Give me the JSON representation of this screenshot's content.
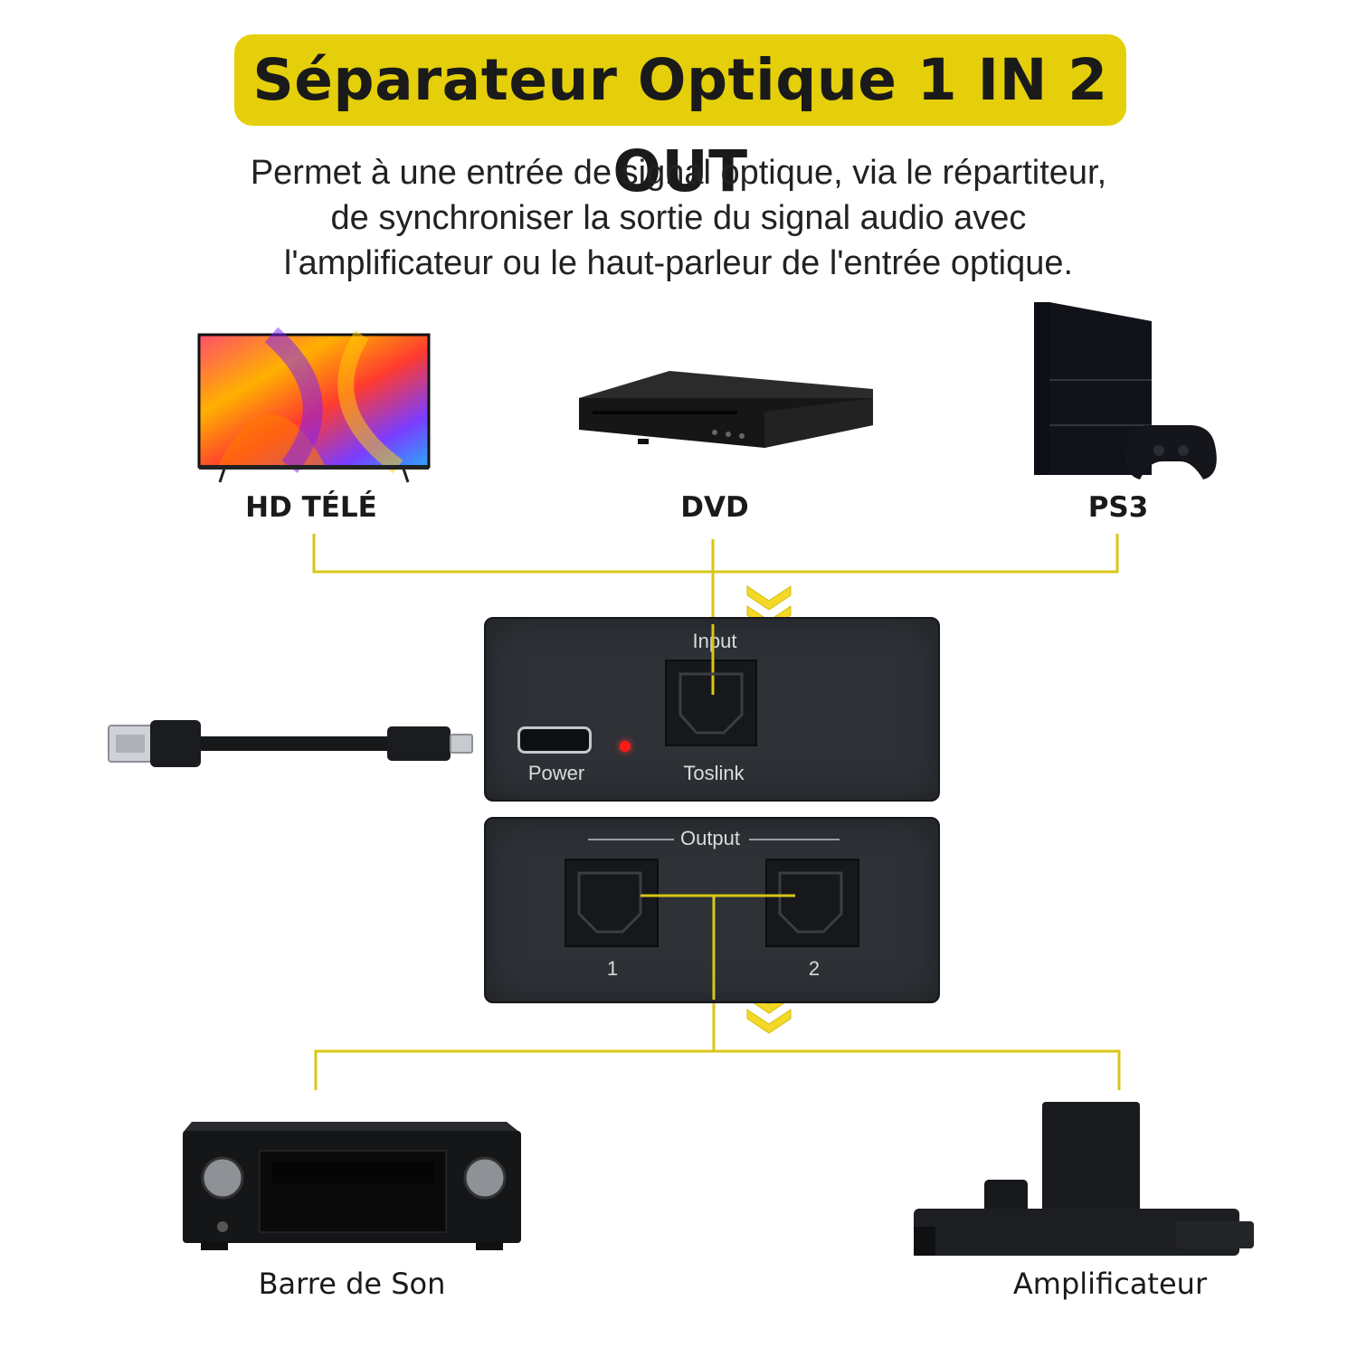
{
  "title": "Séparateur Optique 1 IN 2 OUT",
  "subtitle_lines": [
    "Permet à une entrée de signal optique, via le répartiteur,",
    "de synchroniser la sortie du signal audio avec",
    "l'amplificateur ou le haut-parleur de l'entrée optique."
  ],
  "sources": [
    {
      "label": "HD TÉLÉ",
      "icon": "tv-icon"
    },
    {
      "label": "DVD",
      "icon": "dvd-player-icon"
    },
    {
      "label": "PS3",
      "icon": "game-console-icon"
    }
  ],
  "splitter": {
    "input_label": "Input",
    "power_label": "Power",
    "toslink_label": "Toslink",
    "output_label": "Output",
    "output_ports": [
      "1",
      "2"
    ],
    "led_color": "#ff1a1a"
  },
  "outputs": [
    {
      "label": "Barre de Son",
      "icon": "av-receiver-icon"
    },
    {
      "label": "Amplificateur",
      "icon": "soundbar-icon"
    }
  ],
  "colors": {
    "accent": "#e5cf0a",
    "line": "#d8c617",
    "device": "#2e3136"
  }
}
